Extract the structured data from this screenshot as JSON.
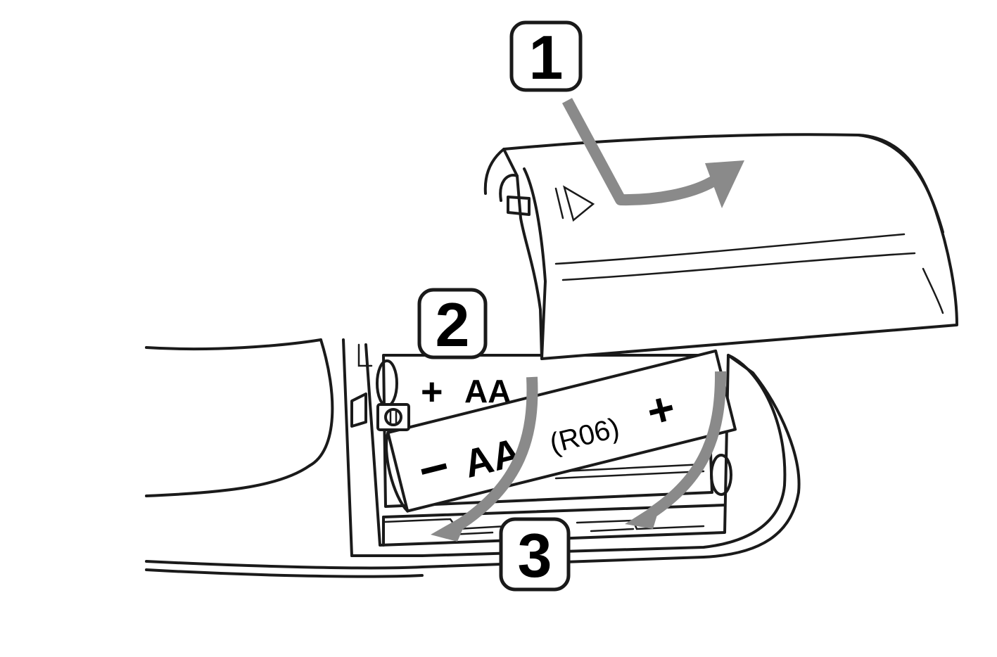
{
  "steps": [
    {
      "label": "1"
    },
    {
      "label": "2"
    },
    {
      "label": "3"
    }
  ],
  "battery": {
    "type_label": "AA",
    "code_label": "(R06)",
    "plus_sign": "+",
    "minus_sign": "−",
    "back_type_label": "AA"
  },
  "colors": {
    "line": "#1a1a1a",
    "arrow": "#8a8a8a",
    "background": "#ffffff"
  },
  "icons": {
    "slide_direction": "double-triangle-arrow-icon",
    "screw": "screw-icon"
  }
}
